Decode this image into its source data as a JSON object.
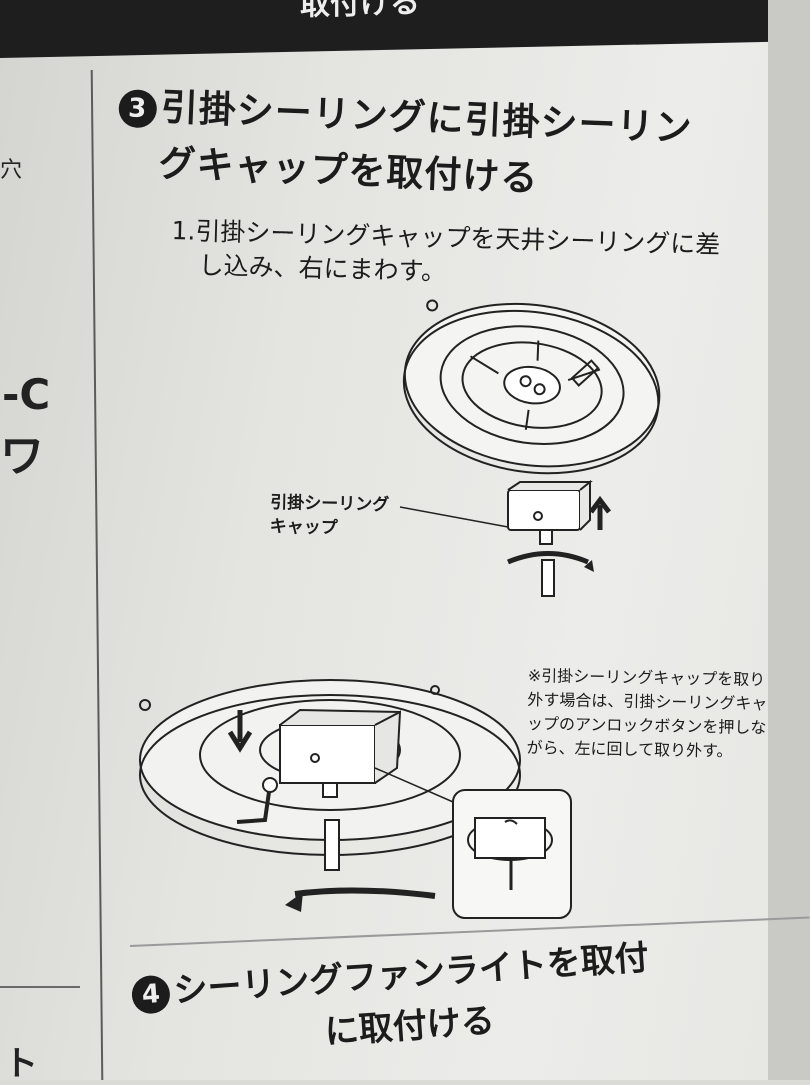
{
  "top_banner": "取付ける",
  "left_fragments": [
    "穴",
    "-C",
    "ワ",
    "ト"
  ],
  "step3": {
    "number": "3",
    "title_line1": "引掛シーリングに引掛シーリン",
    "title_line2": "グキャップを取付ける"
  },
  "instruction": {
    "line1": "1.引掛シーリングキャップを天井シーリングに差",
    "line2": "し込み、右にまわす。"
  },
  "figure_caption": {
    "line1": "引掛シーリング",
    "line2": "キャップ"
  },
  "note": {
    "line1": "※引掛シーリングキャップを取り",
    "line2": "外す場合は、引掛シーリングキャ",
    "line3": "ップのアンロックボタンを押しな",
    "line4": "がら、左に回して取り外す。"
  },
  "step4": {
    "number": "4",
    "title_line1": "シーリングファンライトを取付",
    "title_line2": "に取付ける"
  }
}
